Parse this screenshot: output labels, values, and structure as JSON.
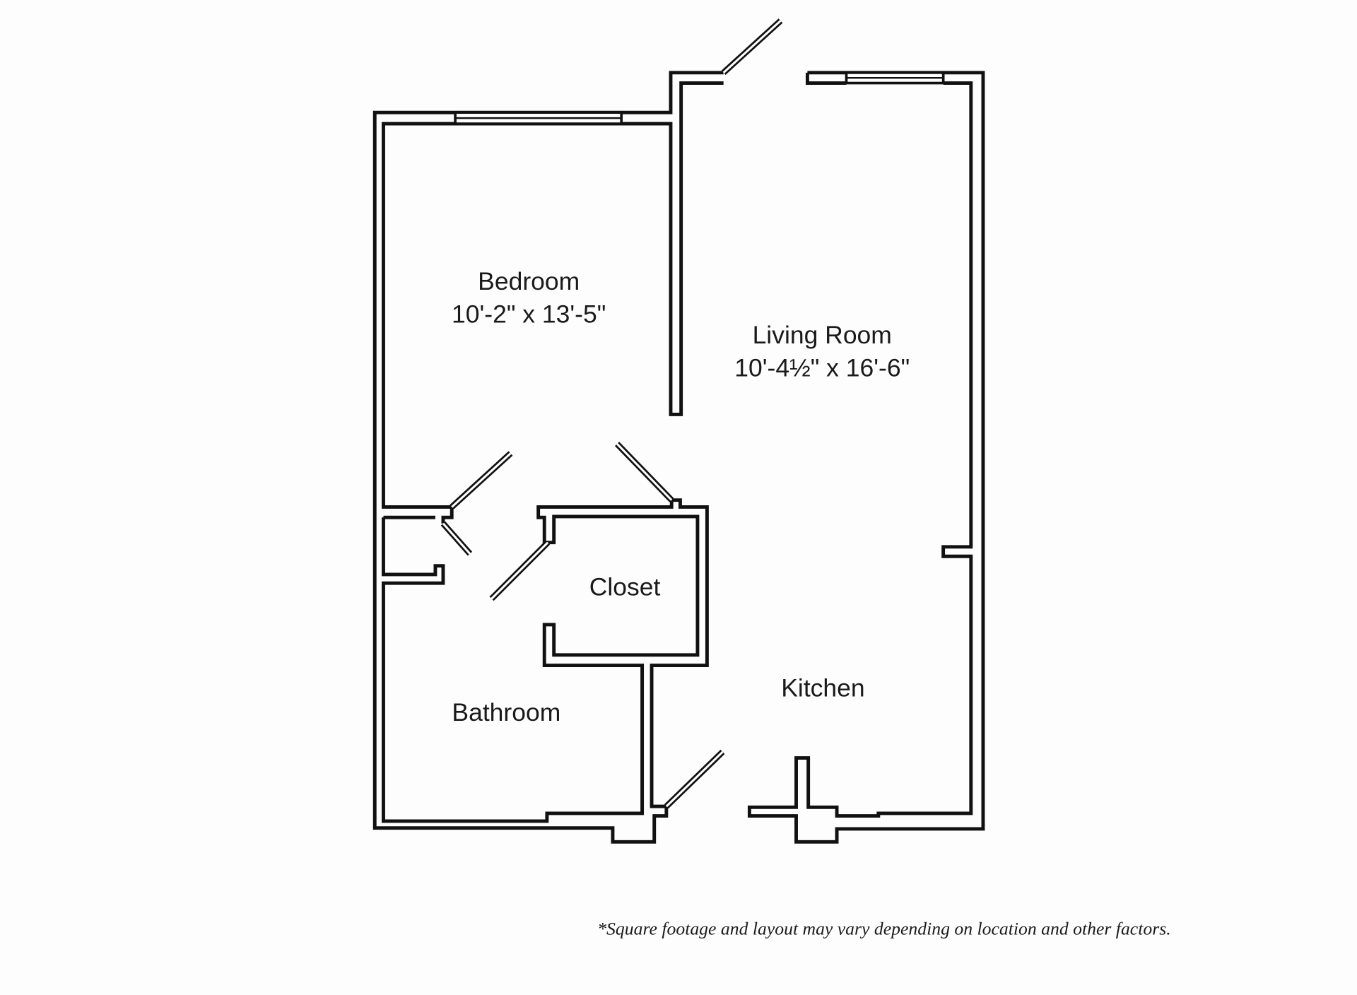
{
  "floorplan": {
    "rooms": [
      {
        "name": "Bedroom",
        "dimensions": "10'-2\" x 13'-5\""
      },
      {
        "name": "Living Room",
        "dimensions": "10'-4½\" x 16'-6\""
      },
      {
        "name": "Closet"
      },
      {
        "name": "Bathroom"
      },
      {
        "name": "Kitchen"
      }
    ],
    "footnote": "*Square footage and layout may vary depending on location and other factors."
  },
  "colors": {
    "wall": "#111111",
    "background": "#fefdfe"
  }
}
